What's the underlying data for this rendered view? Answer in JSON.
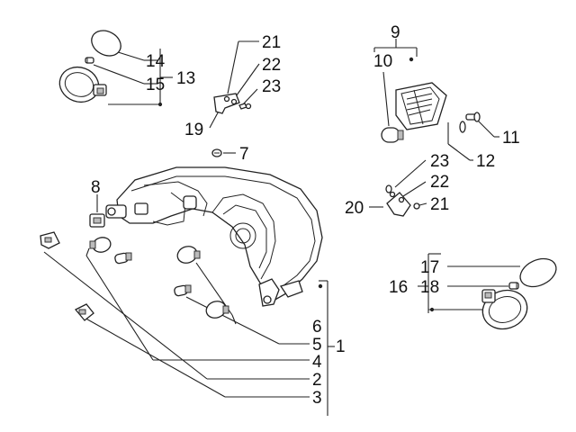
{
  "diagram": {
    "labels": {
      "l1": "1",
      "l2": "2",
      "l3": "3",
      "l4": "4",
      "l5": "5",
      "l6": "6",
      "l7": "7",
      "l8": "8",
      "l9": "9",
      "l10": "10",
      "l11": "11",
      "l12": "12",
      "l13": "13",
      "l14": "14",
      "l15": "15",
      "l16": "16",
      "l17": "17",
      "l18": "18",
      "l19": "19",
      "l20": "20",
      "l21a": "21",
      "l22a": "22",
      "l23a": "23",
      "l21b": "21",
      "l22b": "22",
      "l23b": "23"
    },
    "colors": {
      "line": "#222222",
      "background": "#ffffff"
    }
  }
}
